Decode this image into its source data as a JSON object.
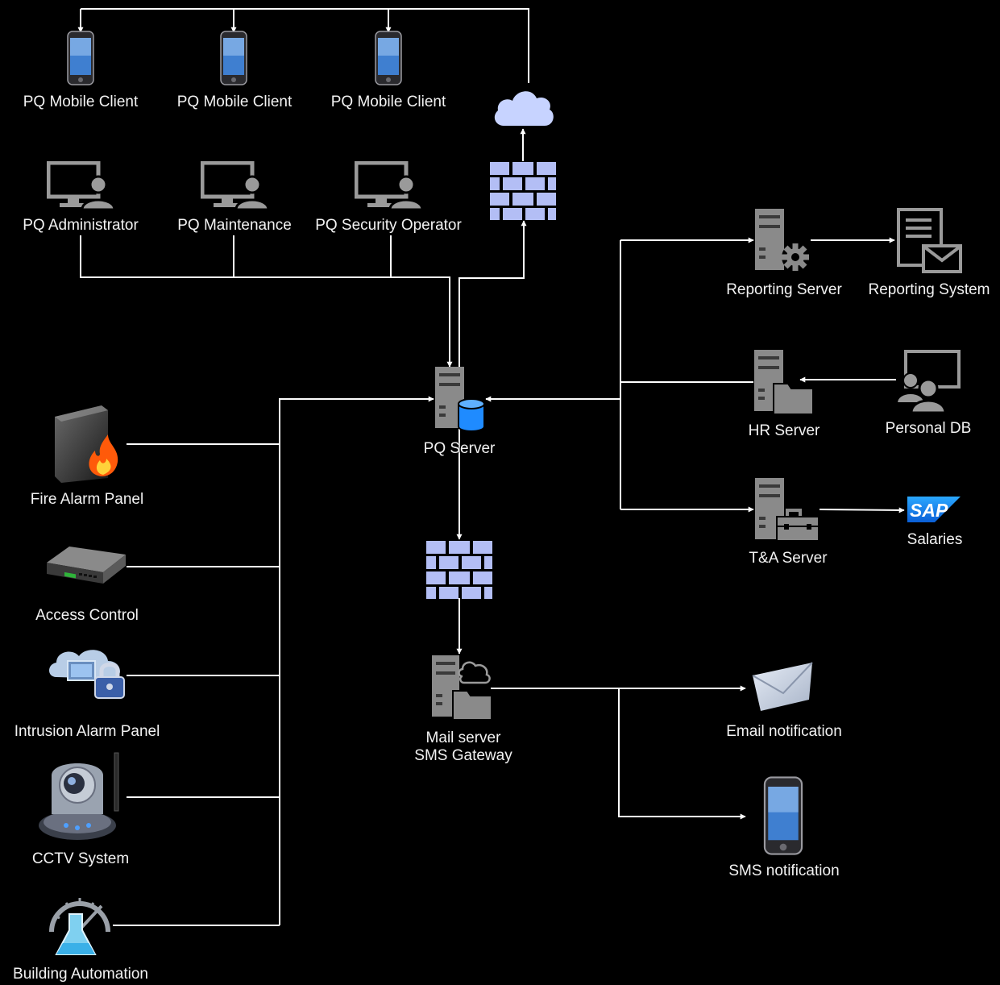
{
  "colors": {
    "background": "#000000",
    "connector": "#ffffff",
    "icon_gray": "#8a8a8a",
    "icon_dark_gray": "#5a5a5a",
    "firewall_fill": "#b3bef5",
    "cloud_fill": "#c7d3ff",
    "database_blue": "#1f8bff",
    "label_text": "#f2f2f2"
  },
  "nodes": {
    "mobile_client_1": {
      "label": "PQ Mobile Client",
      "icon": "smartphone-icon"
    },
    "mobile_client_2": {
      "label": "PQ Mobile Client",
      "icon": "smartphone-icon"
    },
    "mobile_client_3": {
      "label": "PQ Mobile Client",
      "icon": "smartphone-icon"
    },
    "administrator": {
      "label": "PQ Administrator",
      "icon": "monitor-user-icon"
    },
    "maintenance": {
      "label": "PQ Maintenance",
      "icon": "monitor-user-icon"
    },
    "security_operator": {
      "label": "PQ Security Operator",
      "icon": "monitor-user-icon"
    },
    "cloud": {
      "label": "",
      "icon": "cloud-icon"
    },
    "firewall_top": {
      "label": "",
      "icon": "firewall-icon"
    },
    "pq_server": {
      "label": "PQ Server",
      "icon": "database-server-icon"
    },
    "firewall_bottom": {
      "label": "",
      "icon": "firewall-icon"
    },
    "mail_server": {
      "label": "Mail server\nSMS Gateway",
      "icon": "cloud-server-icon"
    },
    "reporting_server": {
      "label": "Reporting Server",
      "icon": "server-gear-icon"
    },
    "reporting_system": {
      "label": "Reporting System",
      "icon": "document-mail-icon"
    },
    "hr_server": {
      "label": "HR Server",
      "icon": "server-folder-icon"
    },
    "personal_db": {
      "label": "Personal DB",
      "icon": "presentation-users-icon"
    },
    "ta_server": {
      "label": "T&A Server",
      "icon": "server-toolbox-icon"
    },
    "salaries": {
      "label": "Salaries",
      "icon": "sap-logo-icon",
      "logo_text": "SAP"
    },
    "fire_alarm": {
      "label": "Fire Alarm Panel",
      "icon": "fire-panel-icon"
    },
    "access_control": {
      "label": "Access Control",
      "icon": "network-switch-icon"
    },
    "intrusion_alarm": {
      "label": "Intrusion Alarm Panel",
      "icon": "network-lock-icon"
    },
    "cctv": {
      "label": "CCTV System",
      "icon": "security-camera-icon"
    },
    "building_automation": {
      "label": "Building Automation",
      "icon": "gauge-flask-icon"
    },
    "email_notification": {
      "label": "Email notification",
      "icon": "envelope-icon"
    },
    "sms_notification": {
      "label": "SMS notification",
      "icon": "smartphone-icon"
    }
  }
}
